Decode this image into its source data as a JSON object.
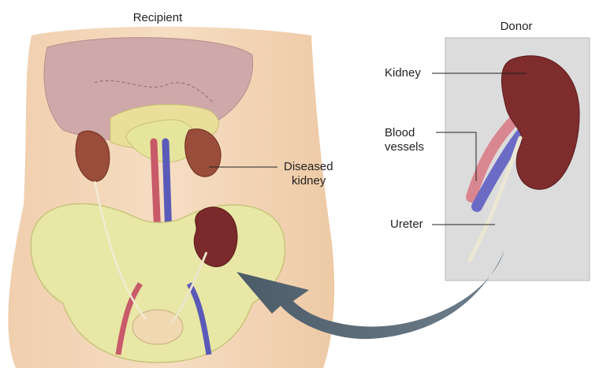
{
  "recipient": {
    "title": "Recipient",
    "labels": {
      "diseased_kidney": [
        "Diseased",
        "kidney"
      ]
    }
  },
  "donor": {
    "title": "Donor",
    "labels": {
      "kidney": "Kidney",
      "blood_vessels": [
        "Blood",
        "vessels"
      ],
      "ureter": "Ureter"
    }
  },
  "colors": {
    "skin": "#f2d5b4",
    "bone": "#e8e7a6",
    "kidney": "#7a2a2a",
    "liver": "#c9a6a6",
    "artery": "#c85a6a",
    "vein": "#5a5ab8",
    "arrow": "#5c6b78",
    "donor_panel": "#dcdcdc"
  }
}
